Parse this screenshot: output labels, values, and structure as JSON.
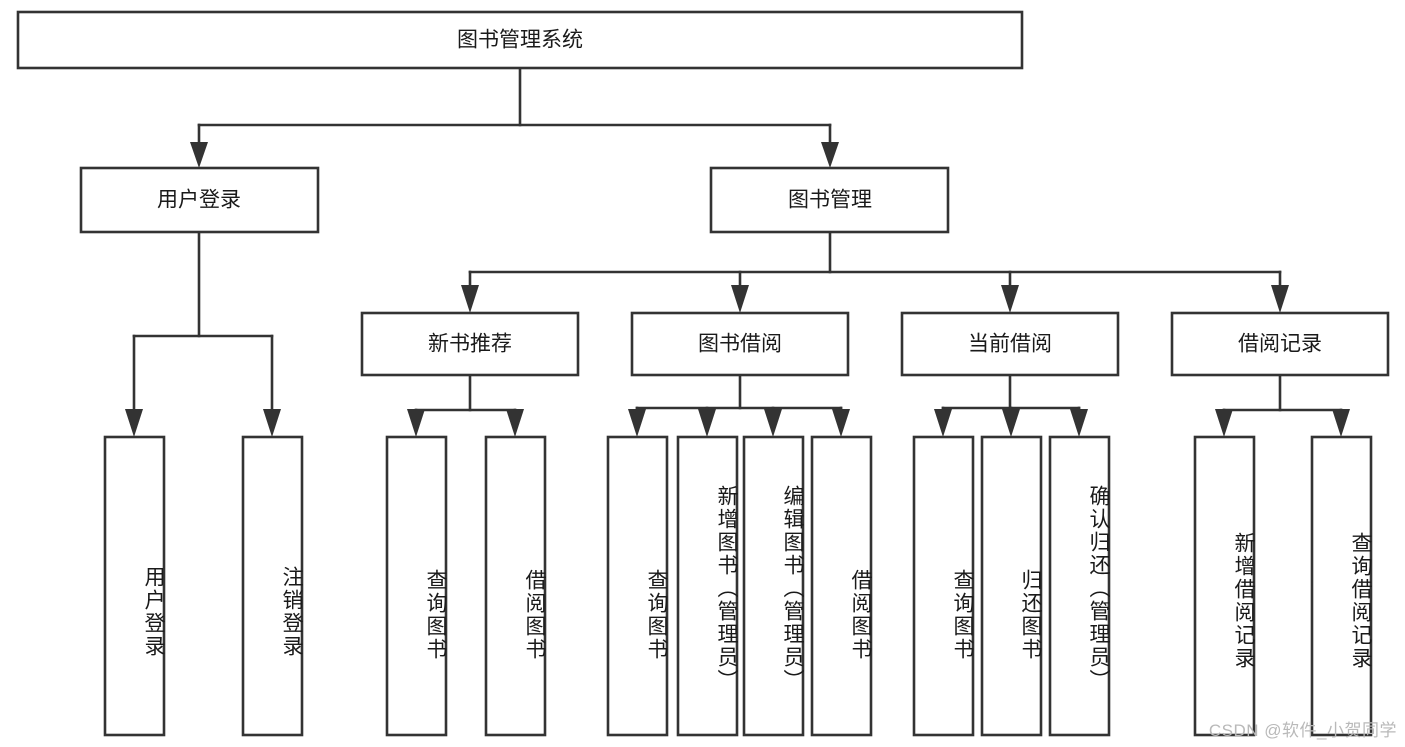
{
  "diagram": {
    "type": "tree-hierarchy-diagram",
    "title": "图书管理系统",
    "root": {
      "label": "图书管理系统",
      "level": 0
    },
    "level1": [
      {
        "label": "用户登录"
      },
      {
        "label": "图书管理"
      }
    ],
    "level2": [
      {
        "label": "新书推荐",
        "parent": "图书管理"
      },
      {
        "label": "图书借阅",
        "parent": "图书管理"
      },
      {
        "label": "当前借阅",
        "parent": "图书管理"
      },
      {
        "label": "借阅记录",
        "parent": "图书管理"
      }
    ],
    "leaves": {
      "user_login": [
        {
          "label": "用户登录"
        },
        {
          "label": "注销登录"
        }
      ],
      "new_book_recommend": [
        {
          "label": "查询图书"
        },
        {
          "label": "借阅图书"
        }
      ],
      "book_borrow": [
        {
          "label": "查询图书"
        },
        {
          "label": "新增图书（管理员）"
        },
        {
          "label": "编辑图书（管理员）"
        },
        {
          "label": "借阅图书"
        }
      ],
      "current_borrow": [
        {
          "label": "查询图书"
        },
        {
          "label": "归还图书"
        },
        {
          "label": "确认归还（管理员）"
        }
      ],
      "borrow_record": [
        {
          "label": "新增借阅记录"
        },
        {
          "label": "查询借阅记录"
        }
      ]
    }
  },
  "watermark": {
    "text": "CSDN @软件_小贺同学"
  },
  "colors": {
    "box_stroke": "#333333",
    "box_fill": "#ffffff",
    "text": "#1a1a1a",
    "background": "#ffffff",
    "watermark": "#b9b9b9"
  }
}
